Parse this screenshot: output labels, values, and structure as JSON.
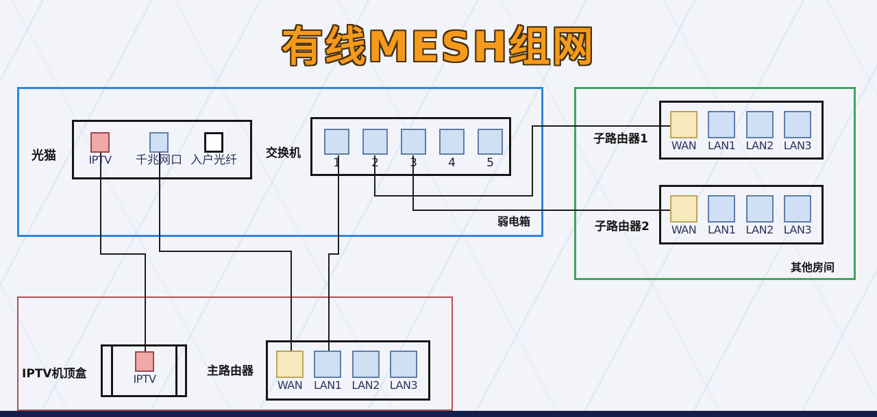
{
  "title": "有线MESH组网",
  "zones": {
    "weak_current_box": {
      "label": "弱电箱"
    },
    "other_rooms": {
      "label": "其他房间"
    }
  },
  "devices": {
    "modem": {
      "label": "光猫",
      "port_labels": [
        "IPTV",
        "千兆网口",
        "入户光纤"
      ]
    },
    "switch": {
      "label": "交换机",
      "port_labels": [
        "1",
        "2",
        "3",
        "4",
        "5"
      ]
    },
    "subrouter1": {
      "label": "子路由器1",
      "port_labels": [
        "WAN",
        "LAN1",
        "LAN2",
        "LAN3"
      ]
    },
    "subrouter2": {
      "label": "子路由器2",
      "port_labels": [
        "WAN",
        "LAN1",
        "LAN2",
        "LAN3"
      ]
    },
    "stb": {
      "label": "IPTV机顶盒",
      "port_labels": [
        "IPTV"
      ]
    },
    "main_router": {
      "label": "主路由器",
      "port_labels": [
        "WAN",
        "LAN1",
        "LAN2",
        "LAN3"
      ]
    }
  },
  "connections": [
    {
      "from": "光猫 IPTV",
      "to": "IPTV机顶盒 IPTV"
    },
    {
      "from": "光猫 千兆网口",
      "to": "主路由器 WAN"
    },
    {
      "from": "交换机 1",
      "to": "主路由器 LAN1"
    },
    {
      "from": "交换机 2",
      "to": "子路由器1 WAN"
    },
    {
      "from": "交换机 3",
      "to": "子路由器2 WAN"
    }
  ],
  "colors": {
    "title_orange": "#f69a1c",
    "zone_blue": "#2e86dd",
    "zone_green": "#43a45f",
    "zone_red": "#b5504e",
    "port_blue": "#cfe0f4",
    "port_pink": "#f0a9a9",
    "port_yellow": "#f6e9bc",
    "port_white": "#fefefe",
    "wire": "#1c1c1c",
    "bottom_bar": "#161f4b"
  }
}
